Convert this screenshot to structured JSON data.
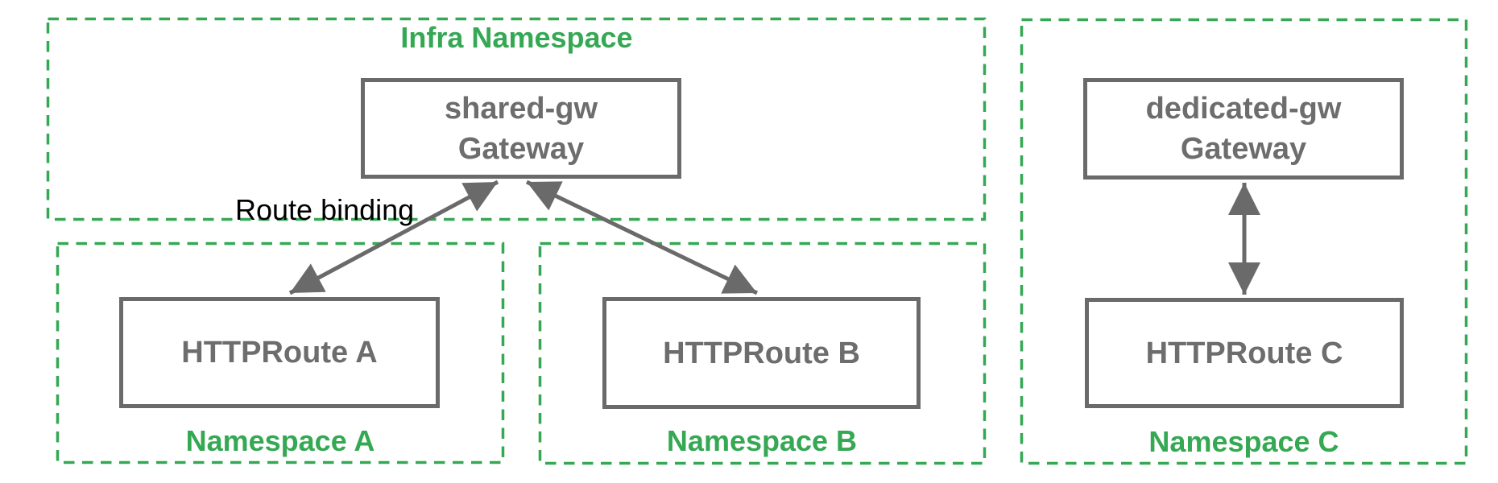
{
  "diagram": {
    "namespaces": [
      {
        "id": "infra",
        "label": "Infra Namespace",
        "label_position": "top"
      },
      {
        "id": "namespace-a",
        "label": "Namespace A",
        "label_position": "bottom"
      },
      {
        "id": "namespace-b",
        "label": "Namespace B",
        "label_position": "bottom"
      },
      {
        "id": "namespace-c",
        "label": "Namespace C",
        "label_position": "bottom"
      }
    ],
    "nodes": [
      {
        "id": "shared-gw",
        "title": "shared-gw",
        "subtitle": "Gateway",
        "namespace": "infra"
      },
      {
        "id": "dedicated-gw",
        "title": "dedicated-gw",
        "subtitle": "Gateway",
        "namespace": "namespace-c"
      },
      {
        "id": "httproute-a",
        "title": "HTTPRoute A",
        "namespace": "namespace-a"
      },
      {
        "id": "httproute-b",
        "title": "HTTPRoute B",
        "namespace": "namespace-b"
      },
      {
        "id": "httproute-c",
        "title": "HTTPRoute C",
        "namespace": "namespace-c"
      }
    ],
    "edges": [
      {
        "from": "httproute-a",
        "to": "shared-gw",
        "bidirectional": true,
        "label": "Route binding"
      },
      {
        "from": "httproute-b",
        "to": "shared-gw",
        "bidirectional": true
      },
      {
        "from": "httproute-c",
        "to": "dedicated-gw",
        "bidirectional": true
      }
    ],
    "annotation": {
      "route_binding": "Route binding"
    },
    "colors": {
      "namespace_green": "#34a853",
      "node_border_gray": "#6a6a6a",
      "node_text_gray": "#6d6d6d",
      "annotation_black": "#000000",
      "background": "#ffffff"
    }
  }
}
